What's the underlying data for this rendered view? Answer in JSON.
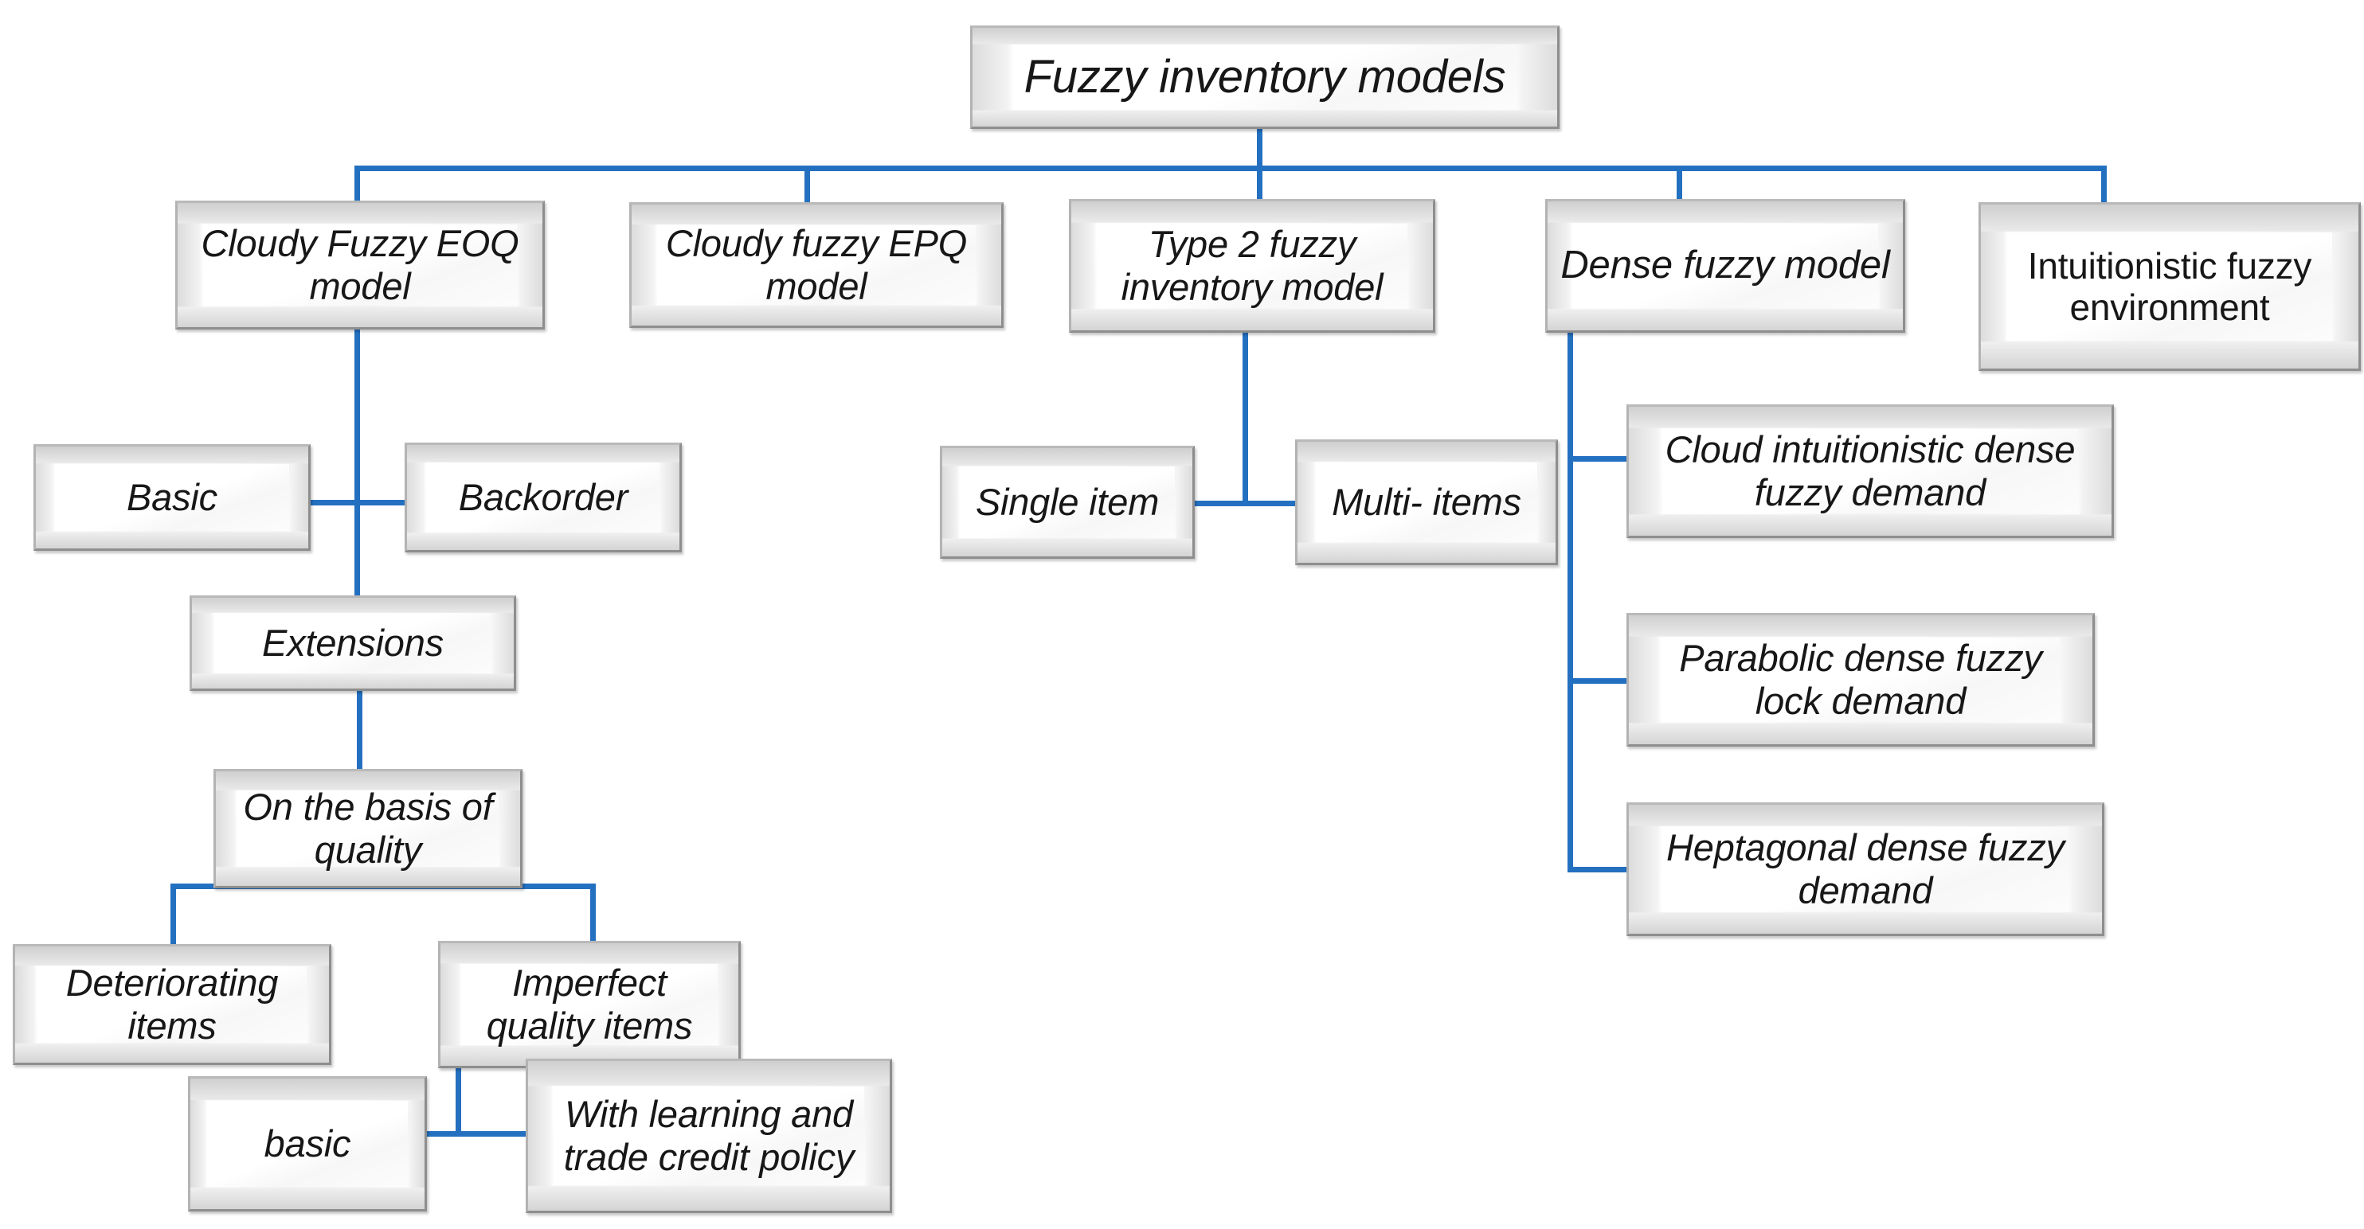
{
  "diagram": {
    "title": "Fuzzy inventory models",
    "line_color": "#2470C0",
    "box_fill": "#f7f7f7",
    "box_border": "#9a9a9a",
    "text_color": "#171717"
  },
  "nodes": {
    "root": "Fuzzy inventory models",
    "cloudy_eoq": "Cloudy Fuzzy EOQ\nmodel",
    "cloudy_epq": "Cloudy fuzzy EPQ\nmodel",
    "type2": "Type 2 fuzzy\ninventory model",
    "dense": "Dense fuzzy model",
    "intuitionistic": "Intuitionistic fuzzy\nenvironment",
    "basic": "Basic",
    "backorder": "Backorder",
    "extensions": "Extensions",
    "on_basis_quality": "On the basis of\nquality",
    "deteriorating": "Deteriorating\nitems",
    "imperfect": "Imperfect\nquality items",
    "basic_lower": "basic",
    "with_learning": "With learning and\ntrade credit policy",
    "single_item": "Single item",
    "multi_items": "Multi- items",
    "cloud_intuitionistic": "Cloud intuitionistic dense\nfuzzy demand",
    "parabolic": "Parabolic dense fuzzy\nlock demand",
    "heptagonal": "Heptagonal dense fuzzy\ndemand"
  },
  "chart_data": {
    "type": "tree",
    "title": "Fuzzy inventory models",
    "root": "Fuzzy inventory models",
    "children": [
      {
        "label": "Cloudy Fuzzy EOQ model",
        "children": [
          {
            "label": "Basic"
          },
          {
            "label": "Backorder"
          },
          {
            "label": "Extensions",
            "children": [
              {
                "label": "On the basis of quality",
                "children": [
                  {
                    "label": "Deteriorating items"
                  },
                  {
                    "label": "Imperfect quality items",
                    "children": [
                      {
                        "label": "basic"
                      },
                      {
                        "label": "With learning and trade credit policy"
                      }
                    ]
                  }
                ]
              }
            ]
          }
        ]
      },
      {
        "label": "Cloudy fuzzy EPQ model"
      },
      {
        "label": "Type 2 fuzzy inventory model",
        "children": [
          {
            "label": "Single item"
          },
          {
            "label": "Multi- items"
          }
        ]
      },
      {
        "label": "Dense fuzzy model",
        "children": [
          {
            "label": "Cloud intuitionistic dense fuzzy demand"
          },
          {
            "label": "Parabolic dense fuzzy lock demand"
          },
          {
            "label": "Heptagonal dense fuzzy demand"
          }
        ]
      },
      {
        "label": "Intuitionistic fuzzy environment"
      }
    ]
  }
}
